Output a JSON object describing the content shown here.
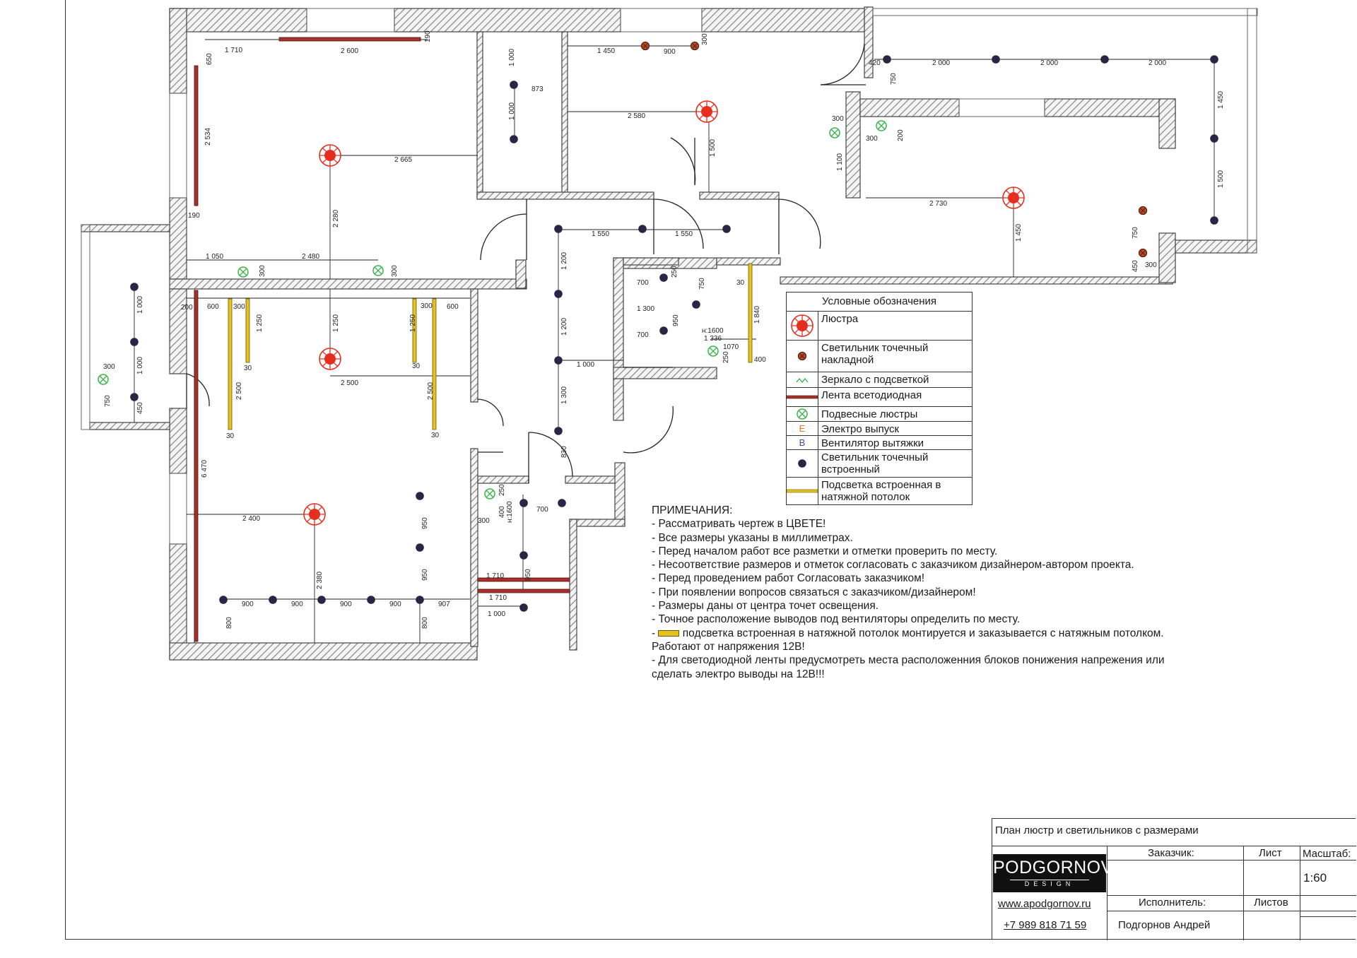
{
  "legend": {
    "title": "Условные обозначения",
    "items": [
      {
        "key": "chandelier",
        "label": "Люстра"
      },
      {
        "key": "surface_spot",
        "label": "Светильник точечный накладной"
      },
      {
        "key": "mirror",
        "label": "Зеркало с подсветкой"
      },
      {
        "key": "led_strip",
        "label": "Лента всетодиодная"
      },
      {
        "key": "pendant",
        "label": "Подвесные люстры"
      },
      {
        "key": "outlet",
        "label": "Электро выпуск",
        "glyph": "E"
      },
      {
        "key": "fan",
        "label": "Вентилятор вытяжки",
        "glyph": "B"
      },
      {
        "key": "recessed_spot",
        "label": "Светильник точечный встроенный"
      },
      {
        "key": "ceiling_light",
        "label": "Подсветка встроенная в натяжной потолок"
      }
    ]
  },
  "notes": {
    "title": "ПРИМЕЧАНИЯ:",
    "lines": [
      "- Рассматривать чертеж в ЦВЕТЕ!",
      "- Все размеры указаны в миллиметрах.",
      "- Перед началом работ все разметки и отметки проверить по месту.",
      "- Несоответствие размеров и отметок согласовать с заказчиком дизайнером-автором проекта.",
      "- Перед проведением работ Согласовать заказчиком!",
      "- При появлении вопросов связаться с заказчиком/дизайнером!",
      "- Размеры даны от центра точет освещения.",
      "- Точное расположение выводов под вентиляторы определить по месту."
    ],
    "strip_note_prefix": "- ",
    "strip_note": "подсветка встроенная в натяжной потолок монтируется и заказывается с натяжным потолком. Работают от напряжения 12В!",
    "last_note": "- Для светодиодной ленты предусмотреть места расположенния блоков понижения напрежения или сделать электро выводы на 12В!!!"
  },
  "stamp": {
    "sheet_title": "План люстр и светильников с размерами",
    "customer_label": "Заказчик:",
    "sheet_label": "Лист",
    "scale_label": "Масштаб:",
    "scale_value": "1:60",
    "executor_label": "Исполнитель:",
    "sheets_label": "Листов",
    "executor_name": "Подгорнов  Андрей",
    "logo_main": "PODGORNOV",
    "logo_sub": "DESIGN",
    "website": "www.apodgornov.ru",
    "phone": "+7 989 818 71 59"
  },
  "dimensions": [
    {
      "id": "d1",
      "text": "1 710"
    },
    {
      "id": "d2",
      "text": "2 600"
    },
    {
      "id": "d3",
      "text": "190"
    },
    {
      "id": "d4",
      "text": "650"
    },
    {
      "id": "d5",
      "text": "2 534"
    },
    {
      "id": "d6",
      "text": "190"
    },
    {
      "id": "d7",
      "text": "2 665"
    },
    {
      "id": "d8",
      "text": "2 280"
    },
    {
      "id": "d9",
      "text": "1 050"
    },
    {
      "id": "d10",
      "text": "2 480"
    },
    {
      "id": "d11",
      "text": "300"
    },
    {
      "id": "d12",
      "text": "300"
    },
    {
      "id": "d13",
      "text": "1 000"
    },
    {
      "id": "d14",
      "text": "873"
    },
    {
      "id": "d15",
      "text": "1 000"
    },
    {
      "id": "d16",
      "text": "1 450"
    },
    {
      "id": "d17",
      "text": "900"
    },
    {
      "id": "d18",
      "text": "300"
    },
    {
      "id": "d19",
      "text": "2 580"
    },
    {
      "id": "d20",
      "text": "1 500"
    },
    {
      "id": "d21",
      "text": "420"
    },
    {
      "id": "d22",
      "text": "2 000"
    },
    {
      "id": "d23",
      "text": "2 000"
    },
    {
      "id": "d24",
      "text": "2 000"
    },
    {
      "id": "d25",
      "text": "750"
    },
    {
      "id": "d26",
      "text": "1 450"
    },
    {
      "id": "d27",
      "text": "300"
    },
    {
      "id": "d28",
      "text": "300"
    },
    {
      "id": "d29",
      "text": "200"
    },
    {
      "id": "d30",
      "text": "1 100"
    },
    {
      "id": "d31",
      "text": "2 730"
    },
    {
      "id": "d32",
      "text": "1 500"
    },
    {
      "id": "d33",
      "text": "1 450"
    },
    {
      "id": "d34",
      "text": "750"
    },
    {
      "id": "d35",
      "text": "450"
    },
    {
      "id": "d36",
      "text": "300"
    },
    {
      "id": "d37",
      "text": "1 550"
    },
    {
      "id": "d38",
      "text": "1 550"
    },
    {
      "id": "d39",
      "text": "1 200"
    },
    {
      "id": "d40",
      "text": "1 200"
    },
    {
      "id": "d41",
      "text": "1 000"
    },
    {
      "id": "d42",
      "text": "1 300"
    },
    {
      "id": "d43",
      "text": "830"
    },
    {
      "id": "d44",
      "text": "700"
    },
    {
      "id": "d45",
      "text": "250"
    },
    {
      "id": "d46",
      "text": "750"
    },
    {
      "id": "d47",
      "text": "1 300"
    },
    {
      "id": "d48",
      "text": "950"
    },
    {
      "id": "d49",
      "text": "700"
    },
    {
      "id": "d50",
      "text": "н:1600"
    },
    {
      "id": "d51",
      "text": "1 336"
    },
    {
      "id": "d52",
      "text": "1070"
    },
    {
      "id": "d53",
      "text": "250"
    },
    {
      "id": "d54",
      "text": "400"
    },
    {
      "id": "d55",
      "text": "30"
    },
    {
      "id": "d56",
      "text": "1 840"
    },
    {
      "id": "d57",
      "text": "1 000"
    },
    {
      "id": "d58",
      "text": "1 000"
    },
    {
      "id": "d59",
      "text": "300"
    },
    {
      "id": "d60",
      "text": "750"
    },
    {
      "id": "d61",
      "text": "450"
    },
    {
      "id": "d62",
      "text": "200"
    },
    {
      "id": "d63",
      "text": "600"
    },
    {
      "id": "d64",
      "text": "300"
    },
    {
      "id": "d65",
      "text": "1 250"
    },
    {
      "id": "d66",
      "text": "30"
    },
    {
      "id": "d67",
      "text": "1 250"
    },
    {
      "id": "d68",
      "text": "2 500"
    },
    {
      "id": "d69",
      "text": "300"
    },
    {
      "id": "d70",
      "text": "600"
    },
    {
      "id": "d71",
      "text": "1 250"
    },
    {
      "id": "d72",
      "text": "30"
    },
    {
      "id": "d73",
      "text": "2 500"
    },
    {
      "id": "d74",
      "text": "30"
    },
    {
      "id": "d75",
      "text": "2 500"
    },
    {
      "id": "d76",
      "text": "30"
    },
    {
      "id": "d77",
      "text": "6 470"
    },
    {
      "id": "d78",
      "text": "2 400"
    },
    {
      "id": "d79",
      "text": "2 380"
    },
    {
      "id": "d80",
      "text": "950"
    },
    {
      "id": "d81",
      "text": "950"
    },
    {
      "id": "d82",
      "text": "900"
    },
    {
      "id": "d83",
      "text": "900"
    },
    {
      "id": "d84",
      "text": "900"
    },
    {
      "id": "d85",
      "text": "900"
    },
    {
      "id": "d86",
      "text": "907"
    },
    {
      "id": "d87",
      "text": "800"
    },
    {
      "id": "d88",
      "text": "800"
    },
    {
      "id": "d89",
      "text": "300"
    },
    {
      "id": "d90",
      "text": "250"
    },
    {
      "id": "d91",
      "text": "400"
    },
    {
      "id": "d92",
      "text": "н:1600"
    },
    {
      "id": "d93",
      "text": "700"
    },
    {
      "id": "d94",
      "text": "950"
    },
    {
      "id": "d95",
      "text": "1 710"
    },
    {
      "id": "d96",
      "text": "1 710"
    },
    {
      "id": "d97",
      "text": "1 000"
    }
  ],
  "colors": {
    "chandelier": "#e62e1e",
    "recessed_spot": "#2b2545",
    "surface_spot": "#b5441f",
    "pendant": "#3bb54a",
    "led_strip": "#a5322a",
    "ceiling_light": "#e7c21c",
    "wall_hatch": "#9a9a9a"
  }
}
